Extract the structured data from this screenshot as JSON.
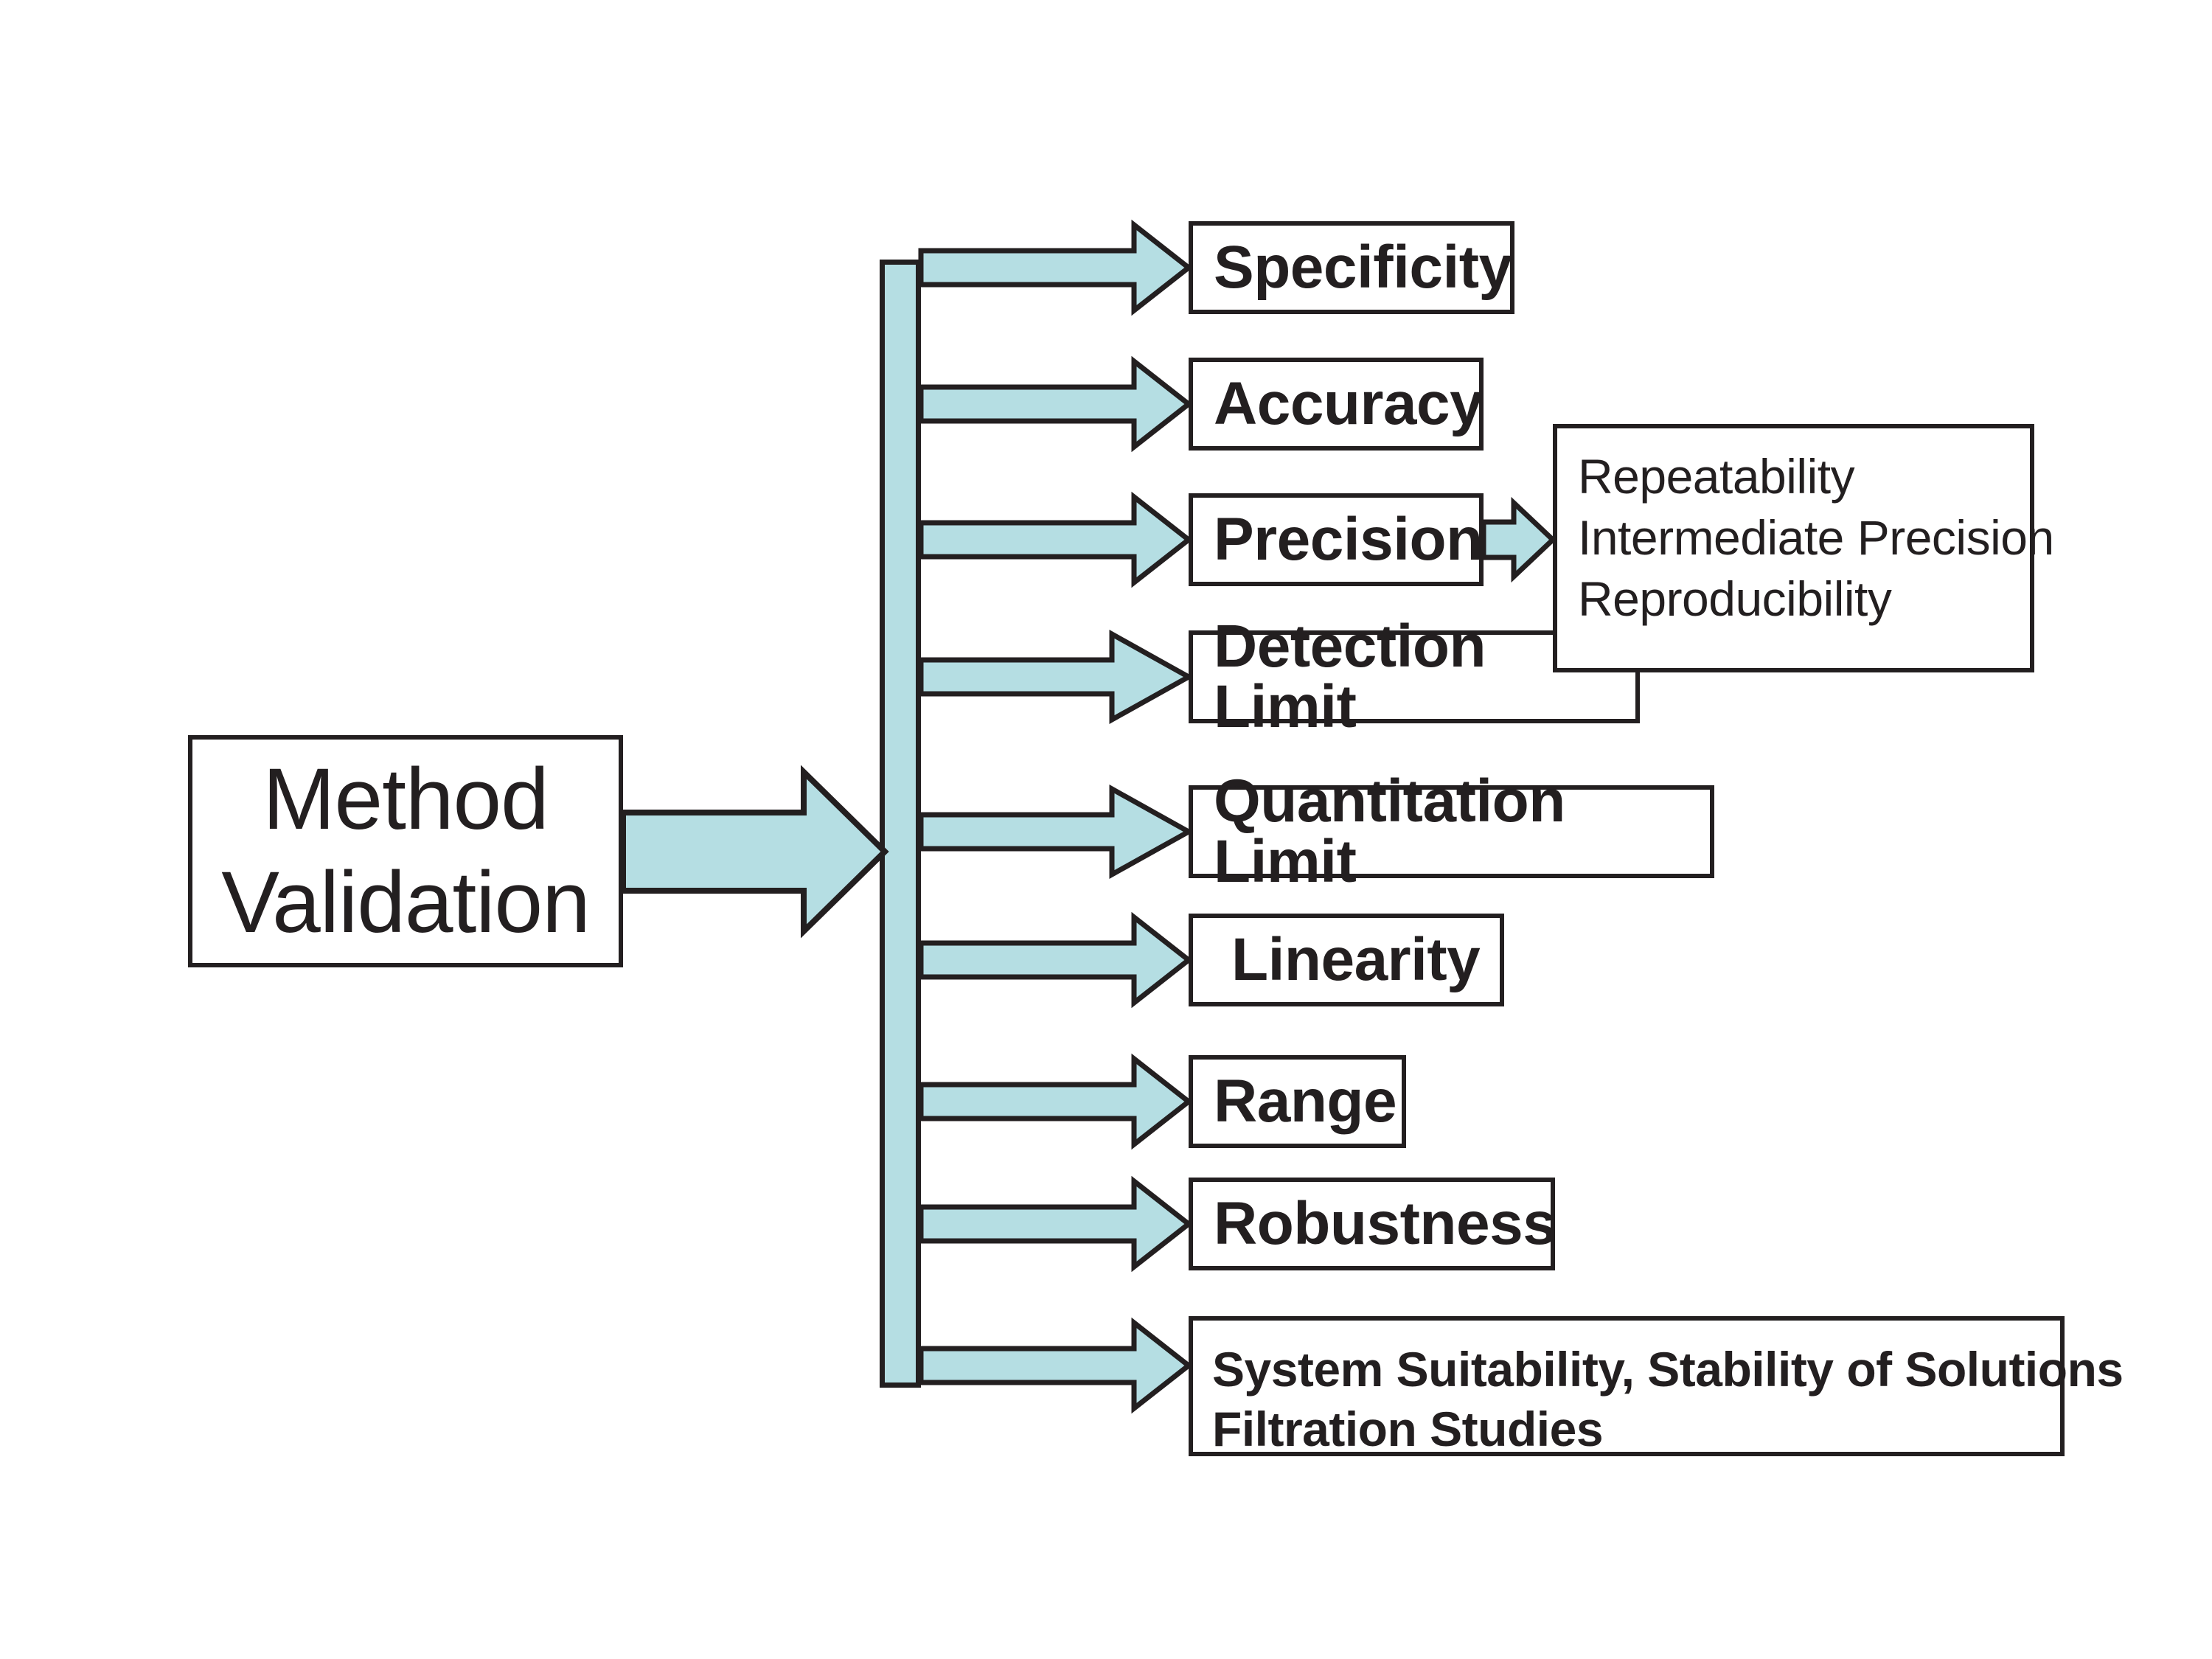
{
  "diagram": {
    "title": "Method Validation",
    "type": "hierarchy-flowchart",
    "palette": {
      "arrow_fill": "#b5dee3",
      "line_color": "#231f20",
      "box_fill": "#ffffff",
      "background": "#ffffff"
    },
    "root": {
      "label_line1": "Method",
      "label_line2": "Validation"
    },
    "branches": [
      {
        "id": "specificity",
        "label": "Specificity"
      },
      {
        "id": "accuracy",
        "label": "Accuracy"
      },
      {
        "id": "precision",
        "label": "Precision"
      },
      {
        "id": "detection-limit",
        "label": "Detection Limit"
      },
      {
        "id": "quantitation-limit",
        "label": "Quantitation Limit"
      },
      {
        "id": "linearity",
        "label": "Linearity"
      },
      {
        "id": "range",
        "label": "Range"
      },
      {
        "id": "robustness",
        "label": "Robustness"
      },
      {
        "id": "system-suitability",
        "label_line1": "System Suitability, Stability of Solutions",
        "label_line2": "Filtration Studies"
      }
    ],
    "precision_detail": {
      "parent": "precision",
      "line1": "Repeatability",
      "line2": "Intermediate Precision",
      "line3": "Reproducibility"
    }
  }
}
